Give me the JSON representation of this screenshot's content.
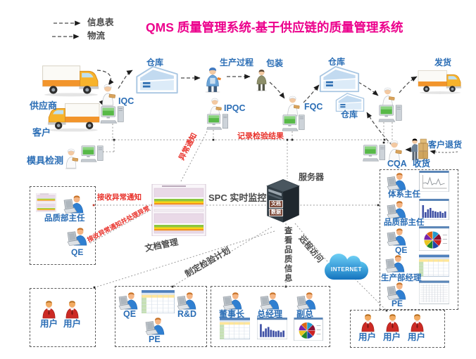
{
  "title": "QMS 质量管理系统-基于供应链的质量管理系统",
  "legend": {
    "info_flow": "信息表",
    "material_flow": "物流"
  },
  "supply_chain": {
    "supplier": "供应商",
    "customer": "客户",
    "mold_inspection": "模具检测",
    "iqc": "IQC",
    "warehouse_in": "仓库",
    "production": "生产过程",
    "packaging": "包装",
    "ipqc": "IPQC",
    "fqc": "FQC",
    "warehouse_out": "仓库",
    "warehouse_return": "仓库",
    "shipping": "发货",
    "cqa": "CQA",
    "receiving": "收货",
    "customer_return": "客户退货"
  },
  "annotations": {
    "record_results": "记录检验结果",
    "abnormal_notice": "异常通知",
    "receive_abnormal": "接收异常通知",
    "receive_and_handle": "接收异常通知并处理异常",
    "spc_monitor": "SPC 实时监控",
    "doc_management": "文档管理",
    "make_inspection_plan": "制定检验计划",
    "view_quality_info": "查看品质信息",
    "remote_access": "远程访问"
  },
  "server": {
    "label": "服务器",
    "disk_doc": "文档",
    "disk_data": "数据"
  },
  "internet_label": "INTERNET",
  "left_panel": {
    "quality_director": "品质部主任",
    "qe": "QE"
  },
  "right_panel": {
    "rows": [
      {
        "label": "体系主任",
        "chart": "line"
      },
      {
        "label": "品质部主任",
        "chart": "bar"
      },
      {
        "label": "QE",
        "chart": "pie"
      },
      {
        "label": "生产部经理",
        "chart": "table"
      },
      {
        "label": "PE",
        "chart": "grid"
      }
    ]
  },
  "bottom": {
    "users_left": [
      "用户",
      "用户"
    ],
    "engineering": {
      "qe": "QE",
      "rd": "R&D",
      "pe": "PE"
    },
    "executives": [
      "董事长",
      "总经理",
      "副总"
    ],
    "users_right": [
      "用户",
      "用户",
      "用户"
    ]
  },
  "colors": {
    "title": "#ec008c",
    "label_blue": "#2a6db5",
    "label_red": "#e8312a",
    "label_dark": "#4a4a4a"
  }
}
